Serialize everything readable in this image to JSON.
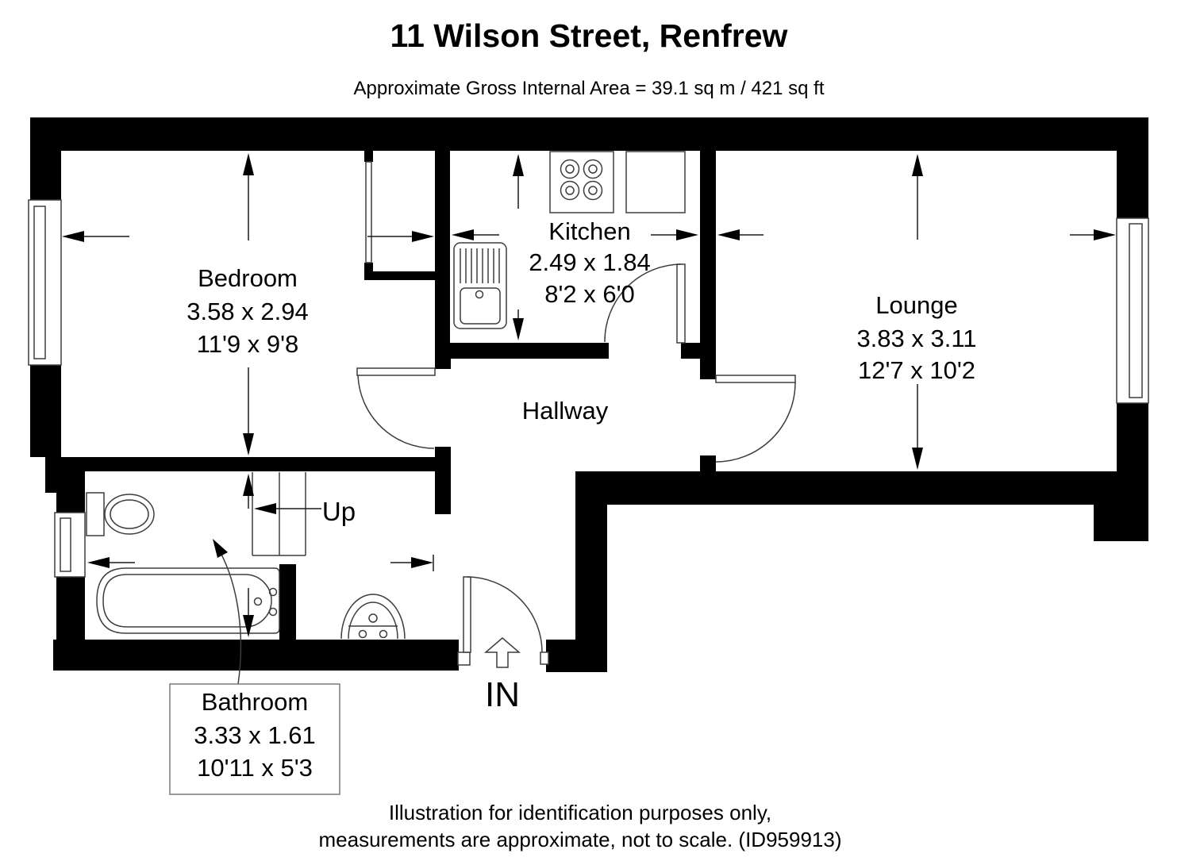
{
  "header": {
    "title": "11 Wilson Street, Renfrew",
    "subtitle": "Approximate Gross Internal Area = 39.1 sq m / 421 sq ft"
  },
  "rooms": {
    "bedroom": {
      "name": "Bedroom",
      "metric": "3.58 x 2.94",
      "imperial": "11'9 x 9'8"
    },
    "kitchen": {
      "name": "Kitchen",
      "metric": "2.49 x 1.84",
      "imperial": "8'2 x 6'0"
    },
    "lounge": {
      "name": "Lounge",
      "metric": "3.83 x 3.11",
      "imperial": "12'7 x 10'2"
    },
    "hallway": {
      "name": "Hallway"
    },
    "bathroom": {
      "name": "Bathroom",
      "metric": "3.33 x 1.61",
      "imperial": "10'11 x 5'3"
    }
  },
  "annotations": {
    "stairs": "Up",
    "entrance": "IN"
  },
  "footer": {
    "line1": "Illustration for identification purposes only,",
    "line2": "measurements are approximate, not to scale. (ID959913)"
  },
  "colors": {
    "wall": "#000000",
    "line": "#3d3d3d",
    "background": "#ffffff"
  }
}
